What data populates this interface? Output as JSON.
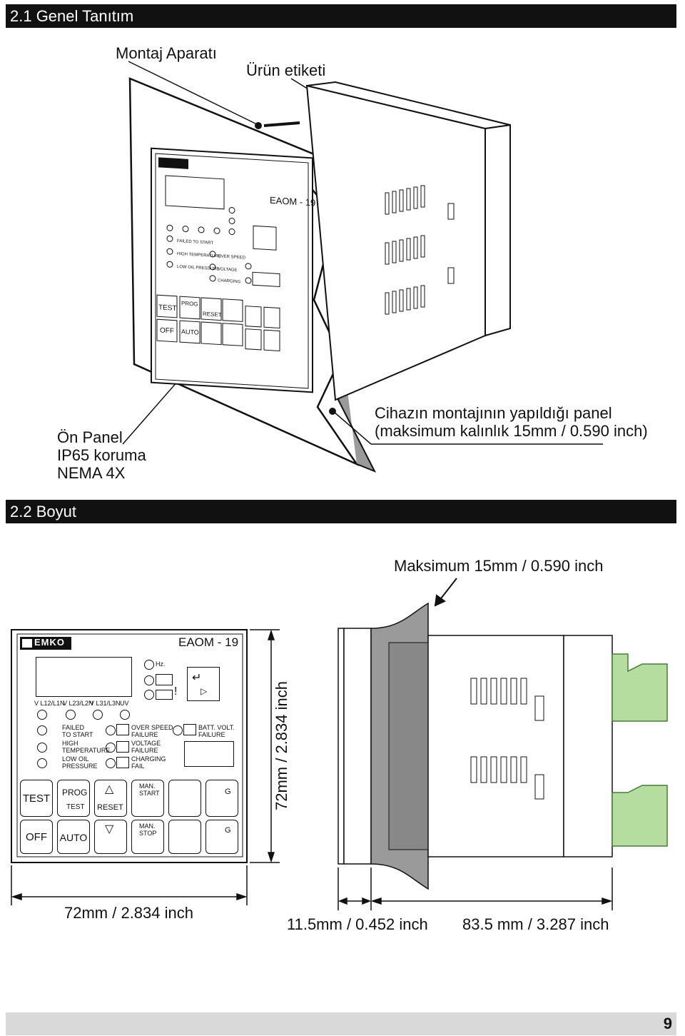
{
  "sections": {
    "general": "2.1 Genel Tanıtım",
    "dimensions": "2.2 Boyut"
  },
  "labels": {
    "mount_bracket": "Montaj Aparatı",
    "product_label": "Ürün etiketi",
    "front_panel_1": "Ön Panel",
    "front_panel_2": "IP65 koruma",
    "front_panel_3": "NEMA 4X",
    "mount_panel_1": "Cihazın montajının yapıldığı panel",
    "mount_panel_2": "(maksimum kalınlık 15mm / 0.590 inch)",
    "max_thickness": "Maksimum 15mm / 0.590 inch"
  },
  "dims": {
    "front_width": "72mm / 2.834 inch",
    "front_height": "72mm / 2.834 inch",
    "bezel_depth": "11.5mm / 0.452 inch",
    "body_depth": "83.5 mm / 3.287 inch"
  },
  "device": {
    "brand": "EMKO",
    "model": "EAOM - 19",
    "hz": "Hz.",
    "v1": "V L12/L1N",
    "v2": "V L23/L2N",
    "v3": "V L31/L3N",
    "uv": "UV",
    "failed_1": "FAILED",
    "failed_2": "TO START",
    "high_1": "HIGH",
    "high_2": "TEMPERATURE",
    "oil_1": "LOW OIL",
    "oil_2": "PRESSURE",
    "over_1": "OVER SPEED",
    "over_2": "FAILURE",
    "volt_1": "VOLTAGE",
    "volt_2": "FAILURE",
    "chg_1": "CHARGING",
    "chg_2": "FAIL",
    "batt_1": "BATT. VOLT.",
    "batt_2": "FAILURE",
    "test": "TEST",
    "prog": "PROG",
    "test_small": "TEST",
    "reset": "RESET",
    "off": "OFF",
    "auto": "AUTO",
    "man_start_1": "MAN.",
    "man_start_2": "START",
    "man_stop_1": "MAN.",
    "man_stop_2": "STOP",
    "g": "G"
  },
  "page_number": "9"
}
